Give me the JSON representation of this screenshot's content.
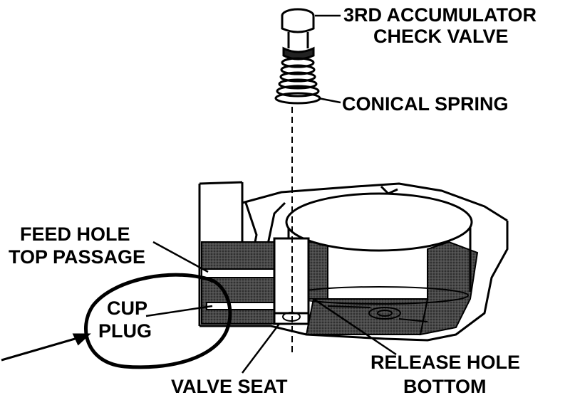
{
  "labels": {
    "check_valve_line1": "3RD ACCUMULATOR",
    "check_valve_line2": "CHECK VALVE",
    "conical_spring": "CONICAL SPRING",
    "feed_hole_line1": "FEED HOLE",
    "feed_hole_line2": "TOP PASSAGE",
    "cup_plug_line1": "CUP",
    "cup_plug_line2": "PLUG",
    "valve_seat": "VALVE SEAT",
    "release_hole_line1": "RELEASE HOLE",
    "release_hole_line2": "BOTTOM"
  },
  "colors": {
    "ink": "#000000",
    "paper": "#ffffff",
    "hatch": "#3a3a3a"
  }
}
